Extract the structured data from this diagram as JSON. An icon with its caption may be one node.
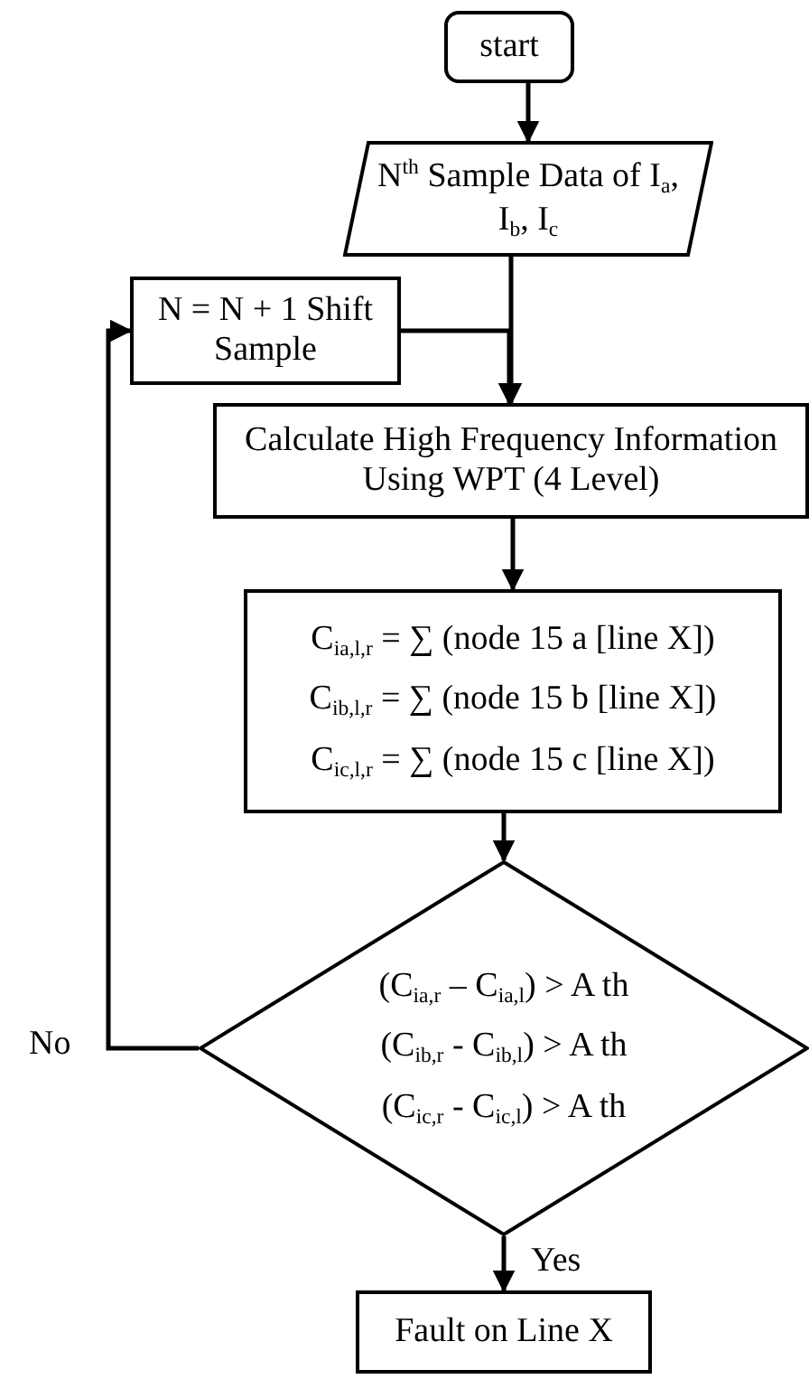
{
  "diagram": {
    "nodes": [
      {
        "text": [
          "start"
        ]
      },
      {
        "text": [
          "N$^{th}$ Sample Data of I$_{a}$, I$_{b}$, I$_{c}$"
        ]
      },
      {
        "text": [
          "N = N + 1 Shift Sample"
        ]
      },
      {
        "text": [
          "Calculate High Frequency Information Using WPT (4 Level)"
        ]
      },
      {
        "text": [
          "C$_{ia,l,r}$ = ∑ (node 15 a [line X])",
          "C$_{ib,l,r}$ = ∑ (node 15 b [line X])",
          "C$_{ic,l,r}$ = ∑ (node 15 c [line X])"
        ]
      },
      {
        "text": [
          "(C$_{ia,r}$ – C$_{ia,l}$) > A th",
          "(C$_{ib,r}$ - C$_{ib,l}$) > A th",
          "(C$_{ic,r}$ - C$_{ic,l}$) > A th"
        ]
      },
      {
        "text": [
          "Fault on Line X"
        ]
      }
    ],
    "edges": [
      {
        "from": 0,
        "to": 1,
        "arrow": "to"
      },
      {
        "from": 1,
        "to": 3,
        "arrow": "to"
      },
      {
        "from": 2,
        "to": 3,
        "arrow": "to"
      },
      {
        "from": 3,
        "to": 4,
        "arrow": "to"
      },
      {
        "from": 4,
        "to": 5,
        "arrow": "to"
      },
      {
        "from": 5,
        "to": 6,
        "arrow": "to",
        "label": "Yes"
      },
      {
        "from": 5,
        "to": 2,
        "arrow": "to",
        "label": "No"
      }
    ]
  }
}
